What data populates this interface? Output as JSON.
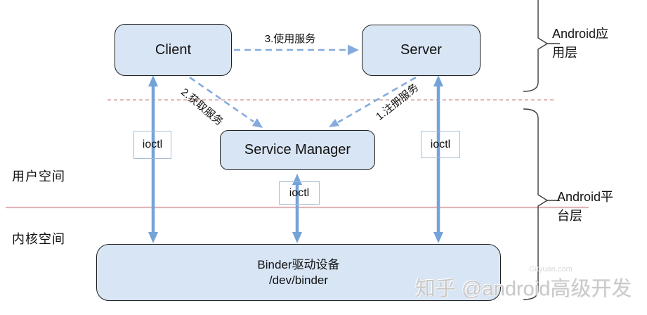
{
  "nodes": {
    "client": "Client",
    "server": "Server",
    "service_manager": "Service Manager",
    "binder_title": "Binder驱动设备",
    "binder_path": "/dev/binder"
  },
  "badges": {
    "ioctl": "ioctl"
  },
  "arrows": {
    "use_service": "3.使用服务",
    "get_service": "2.获取服务",
    "register_service": "1.注册服务"
  },
  "regions": {
    "user_space": "用户空间",
    "kernel_space": "内核空间"
  },
  "layers": {
    "app": "Android应用层",
    "platform": "Android平台层"
  },
  "watermarks": {
    "site": "Gityuan.com",
    "zhihu": "知乎 @android高级开发"
  },
  "colors": {
    "node_fill": "#d8e5f4",
    "node_border": "#1f1f1f",
    "solid_arrow": "#74a3d9",
    "dashed_arrow": "#85abdd",
    "boundary_dashed": "#cc8f8f",
    "boundary_solid": "#e2b6bc",
    "brace": "#3a3a3a"
  }
}
